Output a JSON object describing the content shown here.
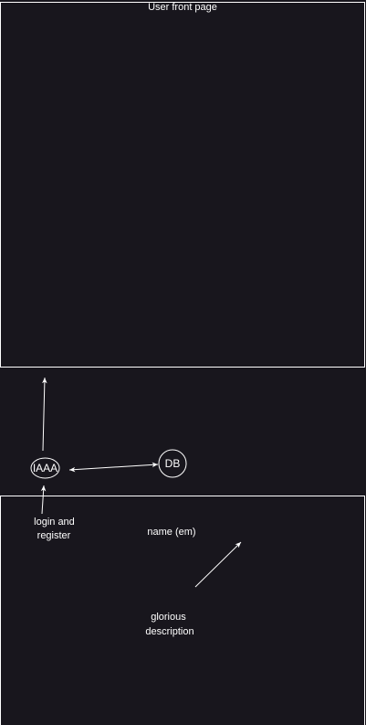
{
  "colors": {
    "background": "#18161d",
    "stroke": "#ffffff",
    "text": "#ffffff"
  },
  "containers": {
    "user_front_page": {
      "title": "User front page"
    }
  },
  "nodes": {
    "iaaa": {
      "label": "IAAA"
    },
    "db": {
      "label": "DB"
    }
  },
  "labels": {
    "login_register": [
      "login and",
      "register"
    ],
    "name": "name (em)",
    "description": [
      "glorious",
      "description"
    ]
  }
}
